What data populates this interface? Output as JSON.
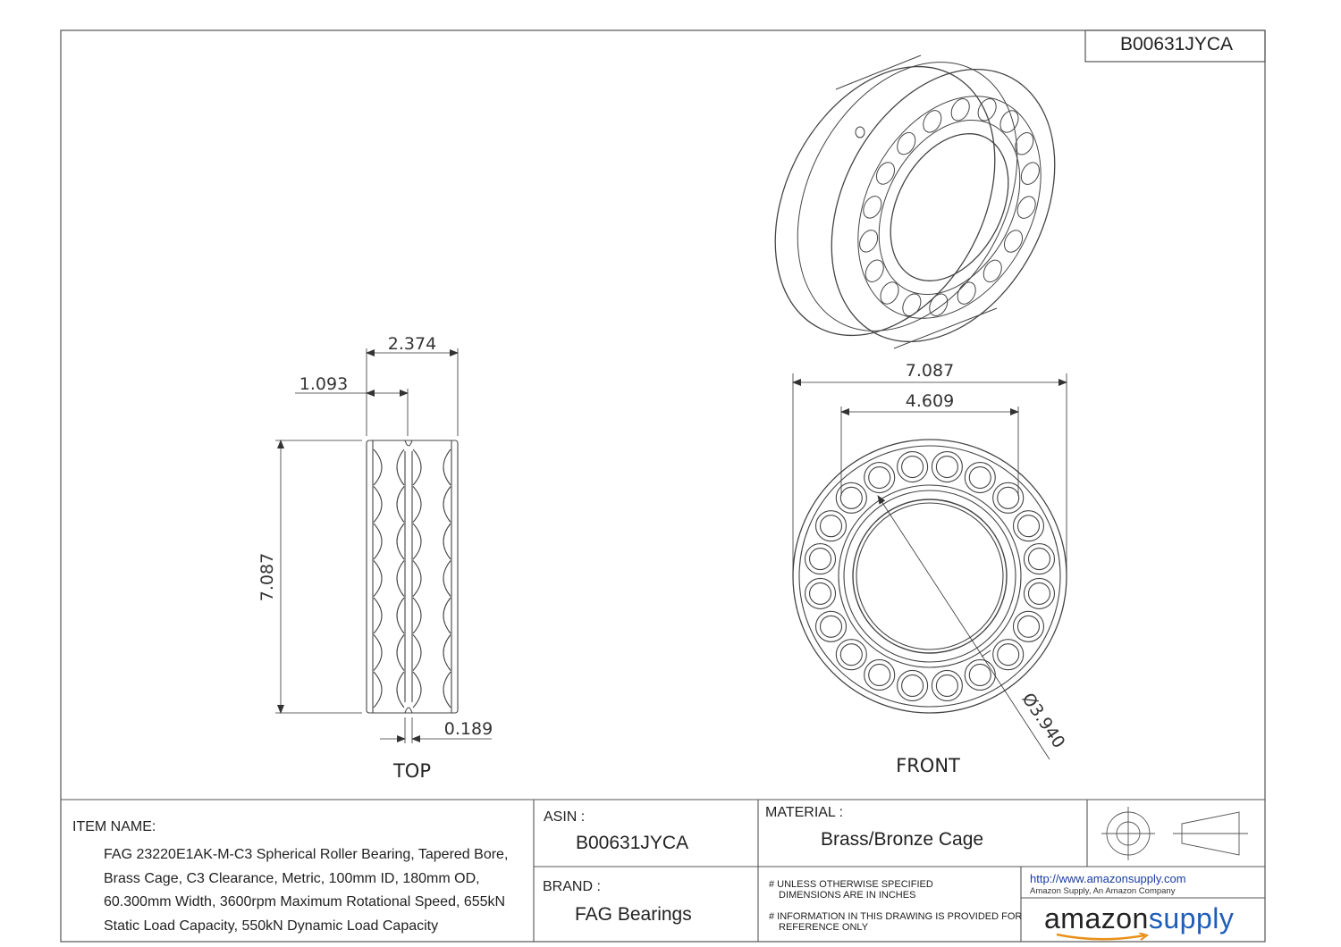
{
  "drawing_id": "B00631JYCA",
  "views": {
    "top": {
      "label": "TOP",
      "dimensions": {
        "overall_width": "2.374",
        "half_width": "1.093",
        "outer_diameter": "7.087",
        "groove_width": "0.189"
      }
    },
    "front": {
      "label": "FRONT",
      "dimensions": {
        "outer_diameter": "7.087",
        "cage_diameter": "4.609",
        "bore_diameter": "Ø3.940"
      }
    }
  },
  "title_block": {
    "item_name_label": "ITEM NAME:",
    "item_name": "FAG 23220E1AK-M-C3 Spherical Roller Bearing, Tapered Bore, Brass Cage, C3 Clearance, Metric, 100mm ID, 180mm OD, 60.300mm Width, 3600rpm Maximum Rotational Speed, 655kN Static Load Capacity, 550kN Dynamic Load Capacity",
    "asin_label": "ASIN :",
    "asin": "B00631JYCA",
    "brand_label": "BRAND :",
    "brand": "FAG Bearings",
    "material_label": "MATERIAL :",
    "material": "Brass/Bronze Cage",
    "notes": [
      [
        "# UNLESS OTHERWISE SPECIFIED",
        "DIMENSIONS ARE IN INCHES"
      ],
      [
        "# INFORMATION IN THIS DRAWING IS PROVIDED FOR",
        "REFERENCE ONLY"
      ]
    ],
    "url": "http://www.amazonsupply.com",
    "company": "Amazon Supply, An Amazon Company",
    "logo": {
      "part1": "amazon",
      "part2": "supply",
      "color_part1": "#222222",
      "color_part2": "#1e5db8"
    }
  },
  "icons": [
    "first-angle-projection-icon",
    "smile-arrow-icon"
  ]
}
